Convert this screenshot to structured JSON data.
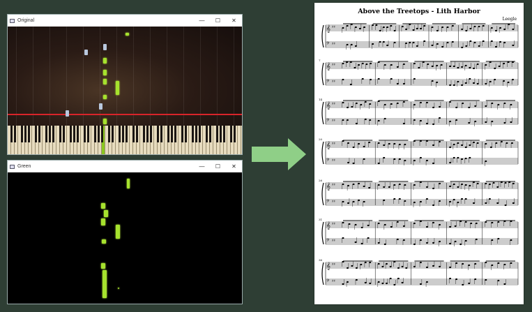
{
  "window_original": {
    "title": "Original",
    "controls": [
      "—",
      "☐",
      "✕"
    ]
  },
  "window_green": {
    "title": "Green",
    "controls": [
      "—",
      "☐",
      "✕"
    ]
  },
  "sheet": {
    "title": "Above the Treetops - Lith Harbor",
    "composer": "Leegle",
    "measure_numbers": [
      "",
      "7",
      "14",
      "20",
      "26",
      "31",
      "36"
    ]
  },
  "colors": {
    "note_green": "#a6e22e",
    "note_blue": "#b9c8de",
    "red_line": "#d8242a",
    "arrow": "#8fcf87"
  }
}
